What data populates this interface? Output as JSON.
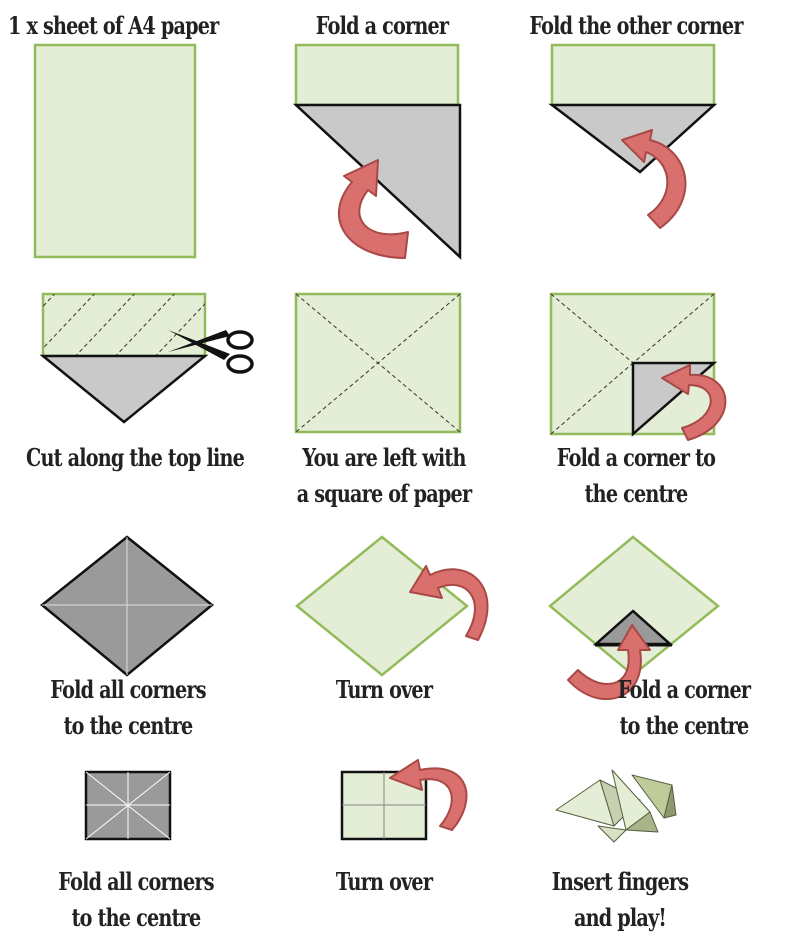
{
  "title": "",
  "steps": [
    {
      "id": 1,
      "caption": [
        "1 x sheet of A4 paper"
      ]
    },
    {
      "id": 2,
      "caption": [
        "Fold a corner"
      ]
    },
    {
      "id": 3,
      "caption": [
        "Fold the other corner"
      ]
    },
    {
      "id": 4,
      "caption": [
        "Cut along the top line"
      ]
    },
    {
      "id": 5,
      "caption": [
        "You are left with",
        "a square of paper"
      ]
    },
    {
      "id": 6,
      "caption": [
        "Fold a corner to",
        "the centre"
      ]
    },
    {
      "id": 7,
      "caption": [
        "Fold all corners",
        "to the centre"
      ]
    },
    {
      "id": 8,
      "caption": [
        "Turn over"
      ]
    },
    {
      "id": 9,
      "caption": [
        "Fold a corner",
        "to the centre"
      ]
    },
    {
      "id": 10,
      "caption": [
        "Fold all corners",
        "to the centre"
      ]
    },
    {
      "id": 11,
      "caption": [
        "Turn over"
      ]
    },
    {
      "id": 12,
      "caption": [
        "Insert fingers",
        "and play!"
      ]
    }
  ],
  "colors": {
    "paper": "#E4EDD5",
    "paper_edge": "#93BB5B",
    "fold": "#C9C9C9",
    "arrow": "#D9706E",
    "arrow_edge": "#A94946",
    "finished_toy": "#BFCC9A"
  },
  "icons": [
    "scissors-icon",
    "curved-arrow-icon"
  ]
}
